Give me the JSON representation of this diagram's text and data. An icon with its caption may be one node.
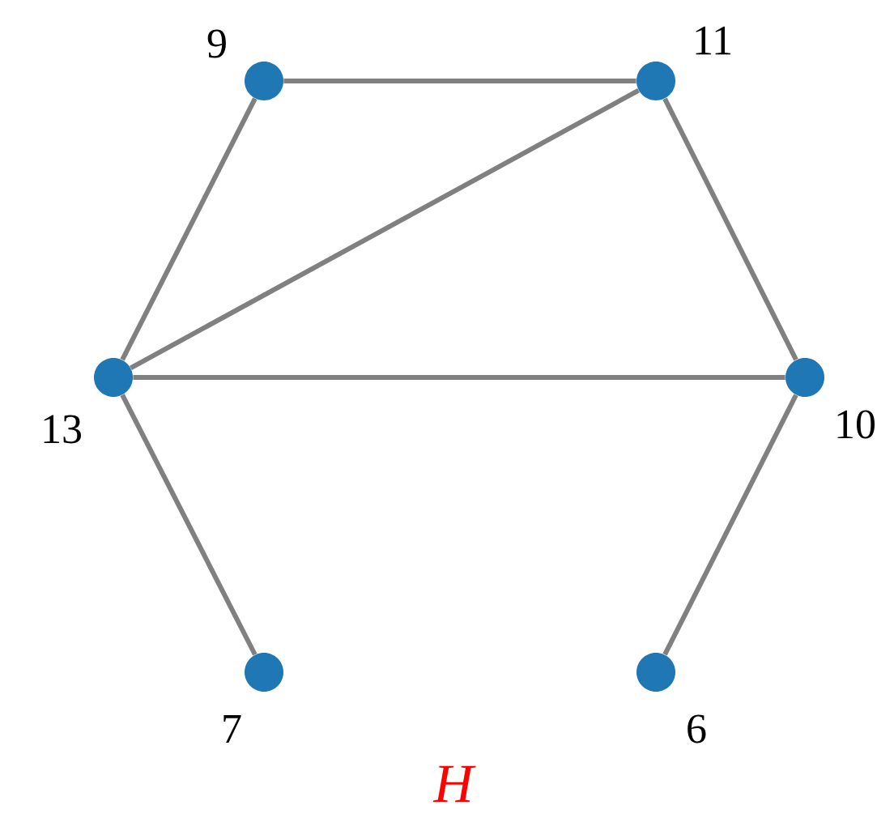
{
  "diagram": {
    "caption": "H",
    "nodes": [
      {
        "text": [],
        "shape": "circle",
        "beside": [
          "9"
        ]
      },
      {
        "text": [],
        "shape": "circle",
        "beside": [
          "11"
        ]
      },
      {
        "text": [],
        "shape": "circle",
        "beside": [
          "13"
        ]
      },
      {
        "text": [],
        "shape": "circle",
        "beside": [
          "10"
        ]
      },
      {
        "text": [],
        "shape": "circle",
        "beside": [
          "7"
        ]
      },
      {
        "text": [],
        "shape": "circle",
        "beside": [
          "6"
        ]
      }
    ],
    "edges": [
      {
        "from": 0,
        "to": 1,
        "arrow": "none"
      },
      {
        "from": 0,
        "to": 2,
        "arrow": "none"
      },
      {
        "from": 2,
        "to": 1,
        "arrow": "none"
      },
      {
        "from": 1,
        "to": 3,
        "arrow": "none"
      },
      {
        "from": 2,
        "to": 3,
        "arrow": "none"
      },
      {
        "from": 2,
        "to": 4,
        "arrow": "none"
      },
      {
        "from": 3,
        "to": 5,
        "arrow": "none"
      }
    ]
  }
}
